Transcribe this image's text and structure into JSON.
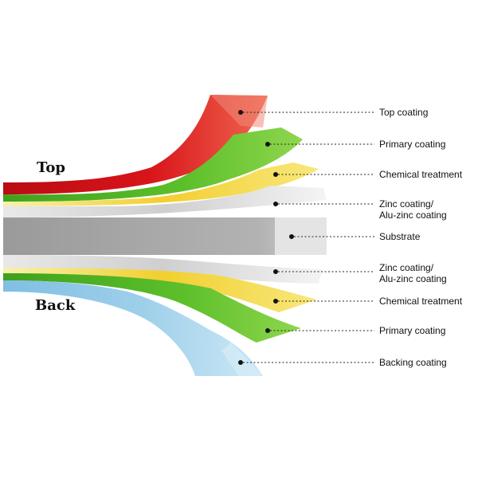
{
  "side_labels": {
    "top": "Top",
    "back": "Back"
  },
  "layers": [
    {
      "label": [
        "Top coating"
      ]
    },
    {
      "label": [
        "Primary coating"
      ]
    },
    {
      "label": [
        "Chemical treatment"
      ]
    },
    {
      "label": [
        "Zinc coating/",
        "Alu-zinc coating"
      ]
    },
    {
      "label": [
        "Substrate"
      ]
    },
    {
      "label": [
        "Zinc coating/",
        "Alu-zinc coating"
      ]
    },
    {
      "label": [
        "Chemical treatment"
      ]
    },
    {
      "label": [
        "Primary coating"
      ]
    },
    {
      "label": [
        "Backing coating"
      ]
    }
  ],
  "colors": {
    "top_coating": "#d8141a",
    "primary_coating": "#5cbf2a",
    "chemical_treatment": "#f2cf2f",
    "zinc_coating": "#d6d6d6",
    "substrate": "#a8a8a8",
    "backing_coating": "#9fd0ea"
  }
}
